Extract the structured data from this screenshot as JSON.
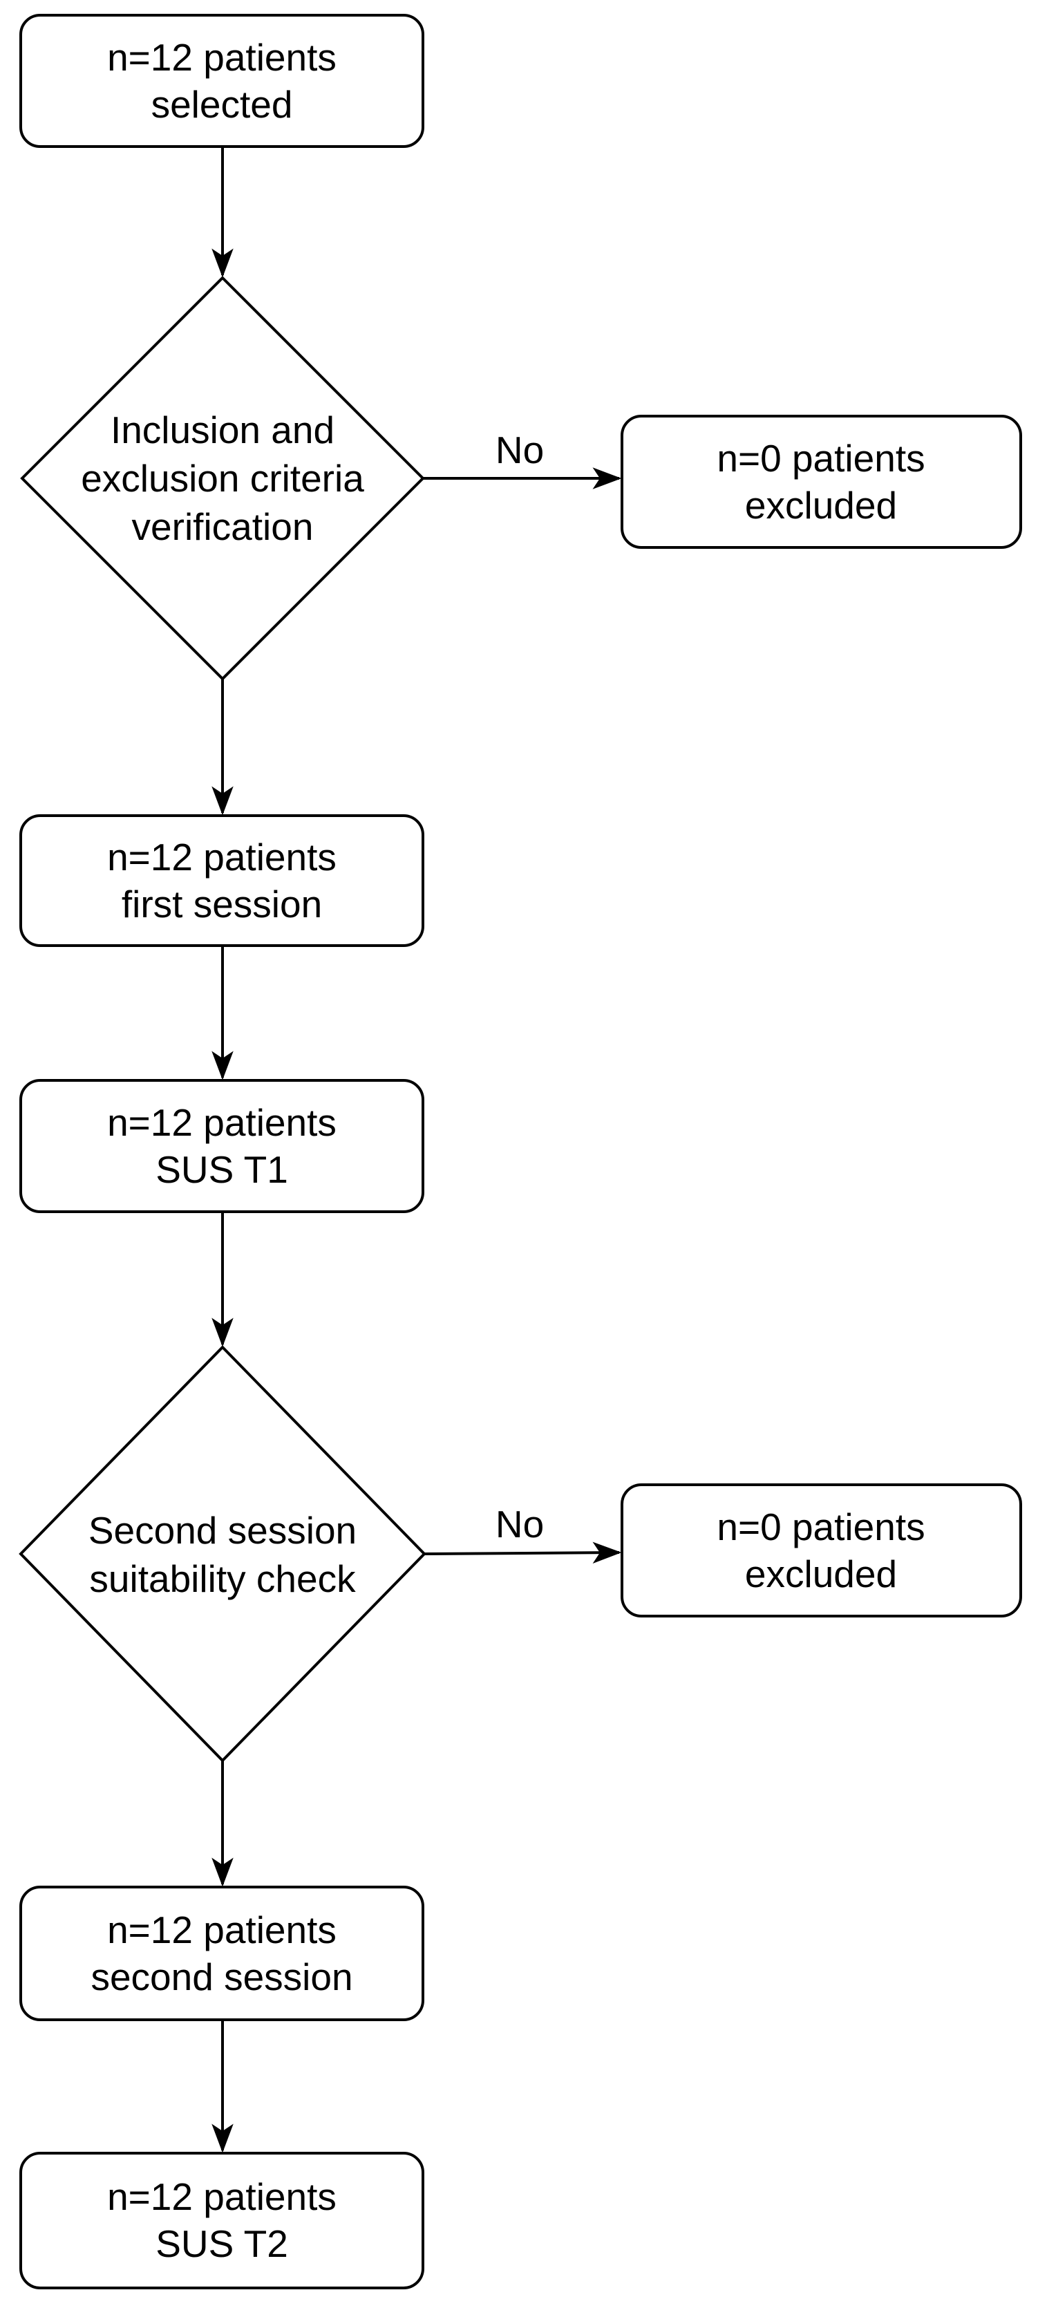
{
  "figure": {
    "type": "flowchart",
    "background": "#ffffff",
    "stroke_color": "#000000",
    "text_color": "#000000",
    "nodes": {
      "start": {
        "shape": "rounded-rect",
        "lines": [
          "n=12 patients",
          "selected"
        ]
      },
      "criteria_decision": {
        "shape": "diamond",
        "lines": [
          "Inclusion and",
          "exclusion criteria",
          "verification"
        ]
      },
      "excluded1": {
        "shape": "rounded-rect",
        "lines": [
          "n=0 patients",
          "excluded"
        ]
      },
      "first_session": {
        "shape": "rounded-rect",
        "lines": [
          "n=12 patients",
          "first session"
        ]
      },
      "sus_t1": {
        "shape": "rounded-rect",
        "lines": [
          "n=12 patients",
          "SUS T1"
        ]
      },
      "suitability_decision": {
        "shape": "diamond",
        "lines": [
          "Second session",
          "suitability check"
        ]
      },
      "excluded2": {
        "shape": "rounded-rect",
        "lines": [
          "n=0 patients",
          "excluded"
        ]
      },
      "second_session": {
        "shape": "rounded-rect",
        "lines": [
          "n=12 patients",
          "second session"
        ]
      },
      "sus_t2": {
        "shape": "rounded-rect",
        "lines": [
          "n=12 patients",
          "SUS T2"
        ]
      }
    },
    "edge_labels": {
      "no1": "No",
      "no2": "No"
    }
  }
}
